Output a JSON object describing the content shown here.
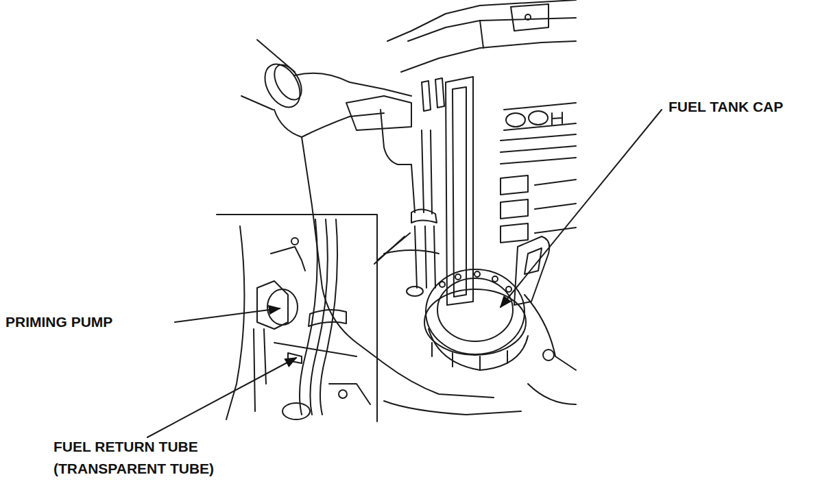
{
  "diagram": {
    "labels": [
      "FUEL TANK CAP",
      "PRIMING PUMP",
      "FUEL RETURN TUBE (TRANSPARENT TUBE)"
    ]
  }
}
